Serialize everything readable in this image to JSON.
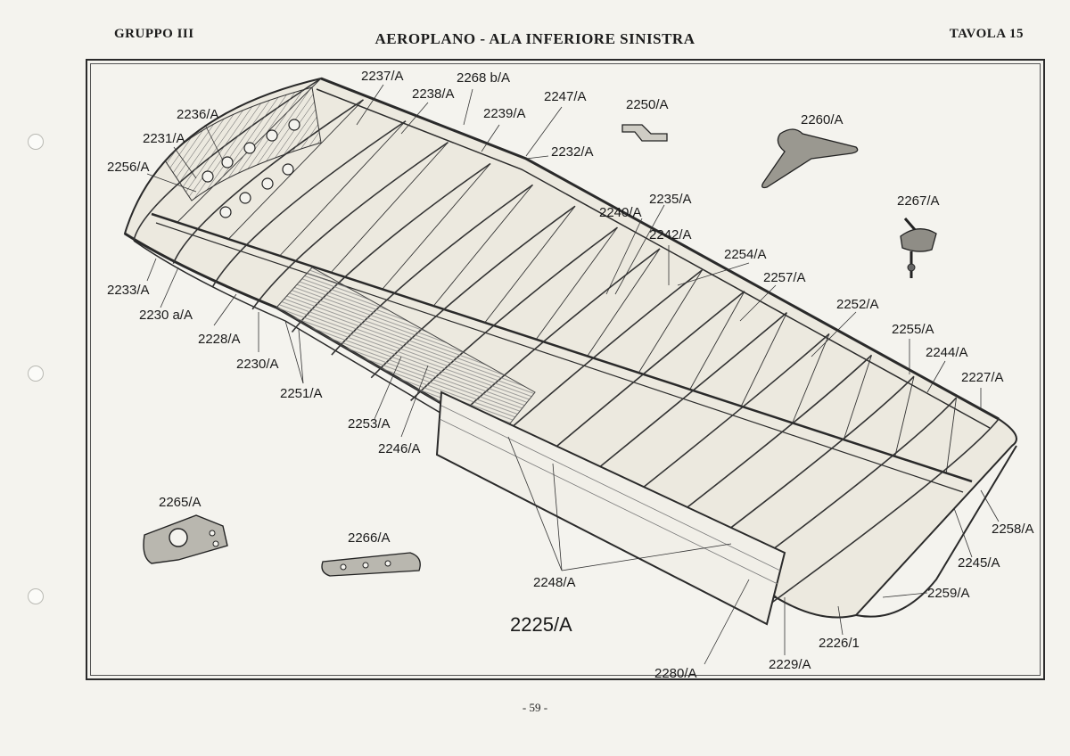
{
  "header": {
    "group": "GRUPPO III",
    "title": "AEROPLANO - ALA INFERIORE SINISTRA",
    "plate": "TAVOLA 15"
  },
  "page_number": "- 59 -",
  "part_labels": [
    "2237/A",
    "2268 b/A",
    "2238/A",
    "2239/A",
    "2247/A",
    "2250/A",
    "2260/A",
    "2236/A",
    "2231/A",
    "2256/A",
    "2232/A",
    "2240/A",
    "2235/A",
    "2242/A",
    "2267/A",
    "2254/A",
    "2257/A",
    "2252/A",
    "2255/A",
    "2244/A",
    "2227/A",
    "2233/A",
    "2230 a/A",
    "2228/A",
    "2230/A",
    "2251/A",
    "2253/A",
    "2246/A",
    "2265/A",
    "2266/A",
    "2248/A",
    "2258/A",
    "2245/A",
    "2259/A",
    "2226/1",
    "2229/A",
    "2280/A"
  ],
  "assembly_label": "2225/A"
}
